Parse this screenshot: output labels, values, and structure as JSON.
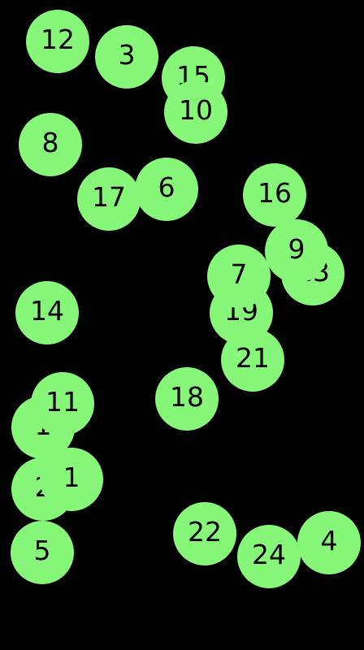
{
  "board": {
    "background": "#000000",
    "ball_color": "#87f77a",
    "text_color": "#000000"
  },
  "balls": [
    {
      "label": "15"
    },
    {
      "label": "12"
    },
    {
      "label": "3"
    },
    {
      "label": "10"
    },
    {
      "label": "8"
    },
    {
      "label": "17"
    },
    {
      "label": "6"
    },
    {
      "label": "16"
    },
    {
      "label": "13"
    },
    {
      "label": "9"
    },
    {
      "label": "19"
    },
    {
      "label": "7"
    },
    {
      "label": "14"
    },
    {
      "label": "21"
    },
    {
      "label": "18"
    },
    {
      "label": "1"
    },
    {
      "label": "11"
    },
    {
      "label": "2"
    },
    {
      "label": "1"
    },
    {
      "label": "5"
    },
    {
      "label": "22"
    },
    {
      "label": "24"
    },
    {
      "label": "4"
    }
  ]
}
